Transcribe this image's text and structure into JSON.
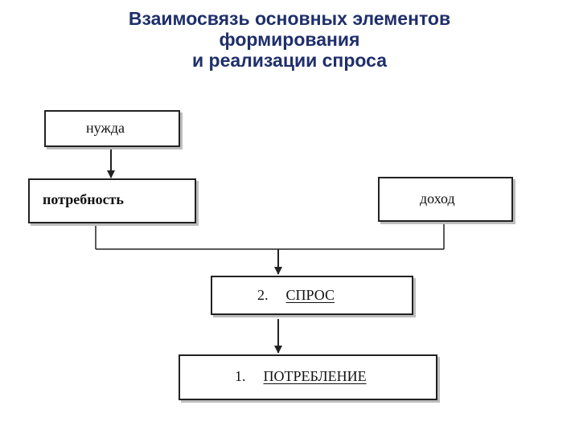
{
  "title": {
    "line1": "Взаимосвязь основных элементов",
    "line2": "формирования",
    "line3": "и реализации спроса"
  },
  "boxes": {
    "need": "нужда",
    "want": "потребность",
    "income": "доход",
    "demand_number": "2.",
    "demand": "СПРОС",
    "consumption_number": "1.",
    "consumption": "ПОТРЕБЛЕНИЕ"
  },
  "colors": {
    "title": "#1f2f6b",
    "border": "#222222",
    "shadow": "#bdbdbd"
  }
}
